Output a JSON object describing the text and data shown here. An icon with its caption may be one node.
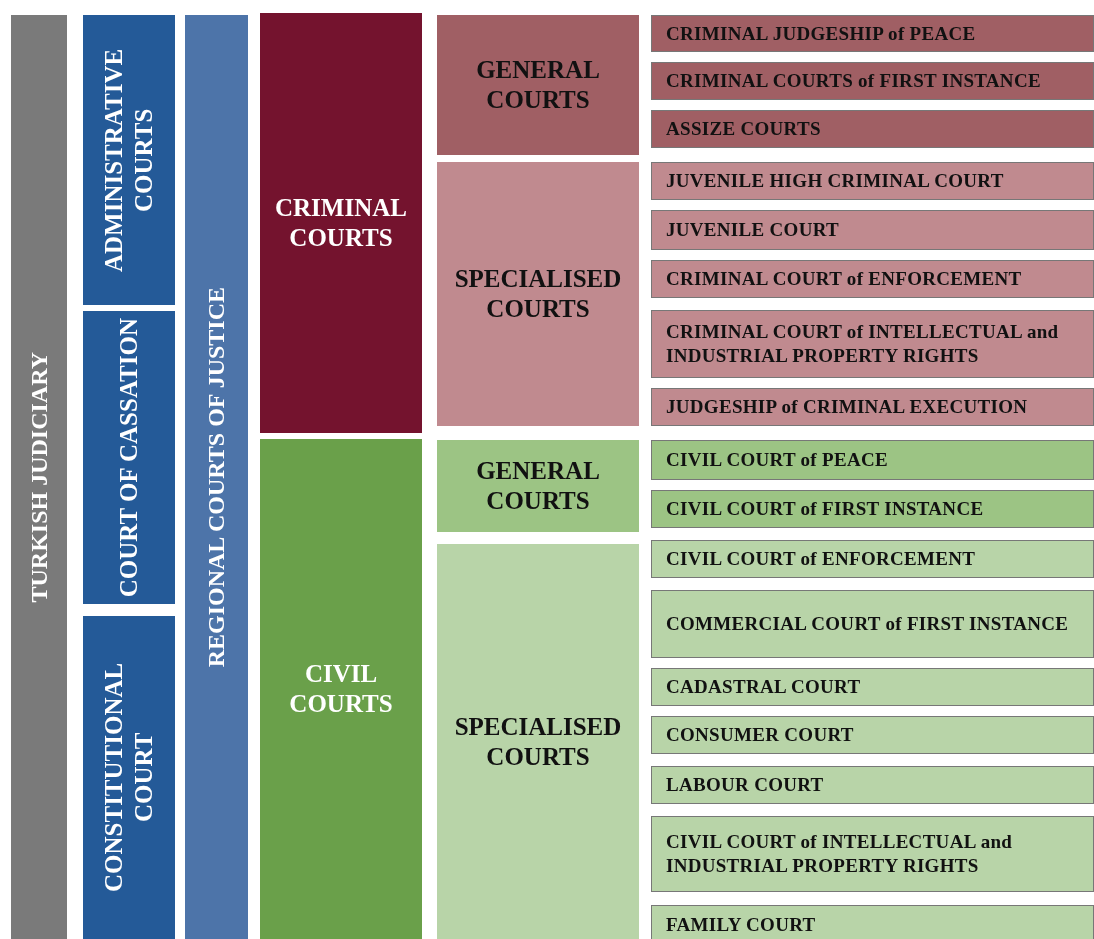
{
  "diagram": {
    "nodes": [
      {
        "text": [
          "TURKISH JUDICIARY"
        ]
      },
      {
        "text": [
          "ADMINISTRATIVE COURTS"
        ]
      },
      {
        "text": [
          "COURT OF CASSATION"
        ]
      },
      {
        "text": [
          "CONSTITUTIONAL COURT"
        ]
      },
      {
        "text": [
          "REGIONAL COURTS OF JUSTICE"
        ]
      },
      {
        "text": [
          "CRIMINAL COURTS"
        ]
      },
      {
        "text": [
          "CIVIL COURTS"
        ]
      },
      {
        "text": [
          "GENERAL COURTS"
        ]
      },
      {
        "text": [
          "SPECIALISED COURTS"
        ]
      },
      {
        "text": [
          "GENERAL COURTS"
        ]
      },
      {
        "text": [
          "SPECIALISED COURTS"
        ]
      },
      {
        "text": [
          "CRIMINAL JUDGESHIP of PEACE"
        ]
      },
      {
        "text": [
          "CRIMINAL COURTS of FIRST INSTANCE"
        ]
      },
      {
        "text": [
          "ASSIZE COURTS"
        ]
      },
      {
        "text": [
          "JUVENILE HIGH CRIMINAL COURT"
        ]
      },
      {
        "text": [
          "JUVENILE COURT"
        ]
      },
      {
        "text": [
          "CRIMINAL COURT of ENFORCEMENT"
        ]
      },
      {
        "text": [
          "CRIMINAL COURT of INTELLECTUAL and INDUSTRIAL PROPERTY RIGHTS"
        ]
      },
      {
        "text": [
          "JUDGESHIP of CRIMINAL EXECUTION"
        ]
      },
      {
        "text": [
          "CIVIL COURT of PEACE"
        ]
      },
      {
        "text": [
          "CIVIL COURT of FIRST INSTANCE"
        ]
      },
      {
        "text": [
          "CIVIL COURT of ENFORCEMENT"
        ]
      },
      {
        "text": [
          "COMMERCIAL COURT of FIRST INSTANCE"
        ]
      },
      {
        "text": [
          "CADASTRAL COURT"
        ]
      },
      {
        "text": [
          "CONSUMER COURT"
        ]
      },
      {
        "text": [
          "LABOUR COURT"
        ]
      },
      {
        "text": [
          "CIVIL COURT of INTELLECTUAL and INDUSTRIAL PROPERTY RIGHTS"
        ]
      },
      {
        "text": [
          "FAMILY COURT"
        ]
      }
    ]
  }
}
